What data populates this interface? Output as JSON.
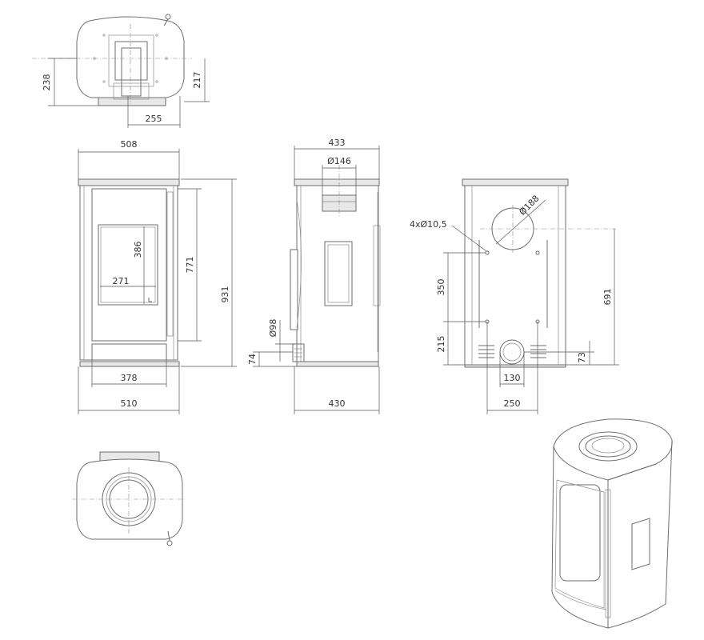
{
  "views": {
    "top": {
      "dims": {
        "depth_total": "238",
        "depth_outlet": "217",
        "outlet_offset": "255"
      }
    },
    "front": {
      "dims": {
        "width_top": "508",
        "width_base": "510",
        "door_width": "378",
        "glass_width": "271",
        "glass_height": "386",
        "door_height": "771",
        "total_height": "931"
      }
    },
    "side": {
      "dims": {
        "depth_top": "433",
        "depth_base": "430",
        "flue_top_dia": "Ø146",
        "air_dia": "Ø98",
        "air_height": "74"
      }
    },
    "rear": {
      "dims": {
        "holes": "4xØ10,5",
        "flue_rear_dia": "Ø188",
        "hole_spacing_v": "350",
        "hole_base_height": "215",
        "flue_rear_height": "691",
        "air_rear_height": "73",
        "air_rear_width": "130",
        "rear_width": "250"
      }
    },
    "bottom": {},
    "perspective": {}
  },
  "colors": {
    "line": "#6e6e6e",
    "dim": "#555555",
    "fill": "#e8e8e8"
  }
}
